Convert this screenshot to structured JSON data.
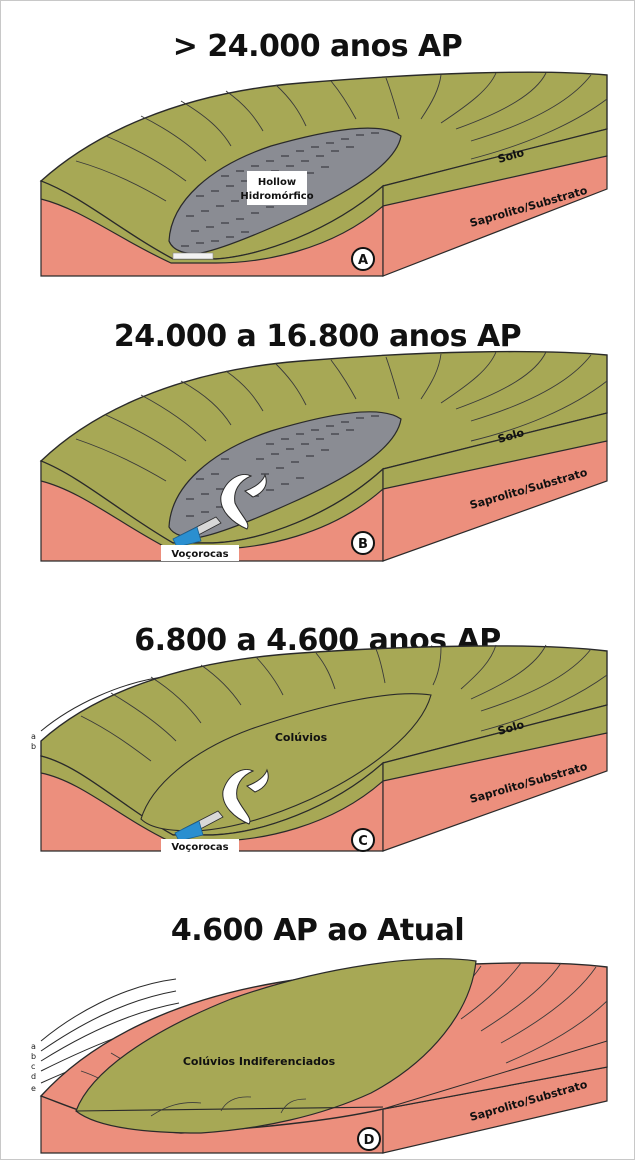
{
  "colors": {
    "soil": "#a7a855",
    "saprolite": "#ec8f7d",
    "hollow": "#8a8c93",
    "gully_water": "#2a8fd0",
    "line": "#2a2a2a"
  },
  "panels": [
    {
      "title": "> 24.000 anos AP",
      "badge": "A",
      "labels": {
        "solo": "Solo",
        "substrate": "Saprolito/Substrato",
        "hollow_1": "Hollow",
        "hollow_2": "Hidromórfico"
      }
    },
    {
      "title": "24.000 a 16.800 anos AP",
      "badge": "B",
      "labels": {
        "solo": "Solo",
        "substrate": "Saprolito/Substrato",
        "gully": "Voçorocas"
      }
    },
    {
      "title": "6.800 a 4.600 anos AP",
      "badge": "C",
      "labels": {
        "solo": "Solo",
        "substrate": "Saprolito/Substrato",
        "colluvium": "Colúvios",
        "gully": "Voçorocas",
        "layers": [
          "a",
          "b"
        ]
      }
    },
    {
      "title": "4.600 AP ao Atual",
      "badge": "D",
      "labels": {
        "substrate": "Saprolito/Substrato",
        "colluvium": "Colúvios Indiferenciados",
        "layers": [
          "a",
          "b",
          "c",
          "d",
          "e"
        ]
      }
    }
  ]
}
